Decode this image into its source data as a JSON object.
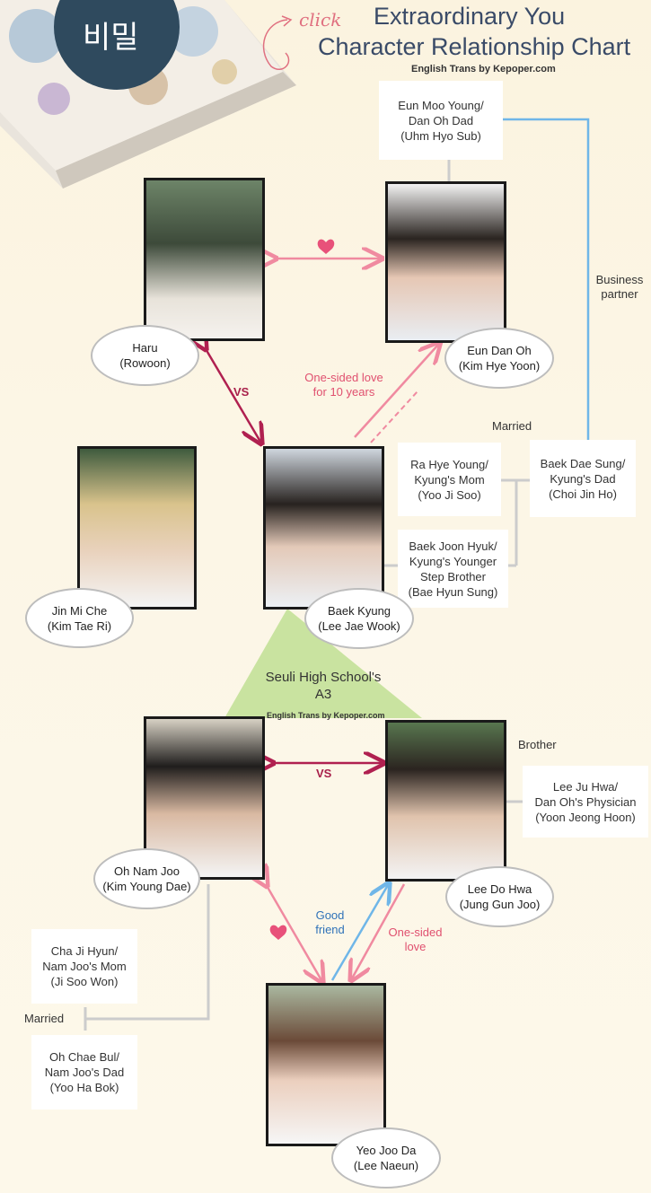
{
  "header": {
    "book_text": "비밀",
    "click_text": "click",
    "title_line1": "Extraordinary You",
    "title_line2": "Character Relationship Chart",
    "credit": "English Trans by Kepoper.com",
    "credit2": "English Trans by Kepoper.com"
  },
  "characters": {
    "haru": {
      "name": "Haru",
      "actor": "(Rowoon)"
    },
    "eun_dan_oh": {
      "name": "Eun Dan Oh",
      "actor": "(Kim Hye Yoon)"
    },
    "jin_mi_che": {
      "name": "Jin Mi Che",
      "actor": "(Kim Tae Ri)"
    },
    "baek_kyung": {
      "name": "Baek Kyung",
      "actor": "(Lee Jae Wook)"
    },
    "oh_nam_joo": {
      "name": "Oh Nam Joo",
      "actor": "(Kim Young Dae)"
    },
    "lee_do_hwa": {
      "name": "Lee Do Hwa",
      "actor": "(Jung Gun Joo)"
    },
    "yeo_joo_da": {
      "name": "Yeo Joo Da",
      "actor": "(Lee Naeun)"
    }
  },
  "info_boxes": {
    "eun_moo_young": [
      "Eun Moo Young/",
      "Dan Oh Dad",
      "(Uhm Hyo Sub)"
    ],
    "ra_hye_young": [
      "Ra Hye Young/",
      "Kyung's Mom",
      "(Yoo Ji Soo)"
    ],
    "baek_dae_sung": [
      "Baek Dae Sung/",
      "Kyung's Dad",
      "(Choi Jin Ho)"
    ],
    "baek_joon_hyuk": [
      "Baek Joon Hyuk/",
      "Kyung's Younger",
      "Step Brother",
      "(Bae Hyun Sung)"
    ],
    "lee_ju_hwa": [
      "Lee Ju Hwa/",
      "Dan Oh's Physician",
      "(Yoon Jeong Hoon)"
    ],
    "cha_ji_hyun": [
      "Cha Ji Hyun/",
      "Nam Joo's Mom",
      "(Ji Soo Won)"
    ],
    "oh_chae_bul": [
      "Oh Chae Bul/",
      "Nam Joo's Dad",
      "(Yoo Ha Bok)"
    ]
  },
  "relations": {
    "business_partner": [
      "Business",
      "partner"
    ],
    "married_top": "Married",
    "married_bottom": "Married",
    "brother": "Brother",
    "one_sided_10": [
      "One-sided love",
      "for 10 years"
    ],
    "vs_top": "VS",
    "vs_bottom": "VS",
    "good_friend": [
      "Good",
      "friend"
    ],
    "one_sided_love": [
      "One-sided",
      "love"
    ],
    "a3": [
      "Seuli High School's",
      "A3"
    ]
  },
  "colors": {
    "pink_arrow": "#f08aa0",
    "dark_arrow": "#b02050",
    "blue_line": "#6fb6e8",
    "green_triangle": "#c9e3a0"
  }
}
